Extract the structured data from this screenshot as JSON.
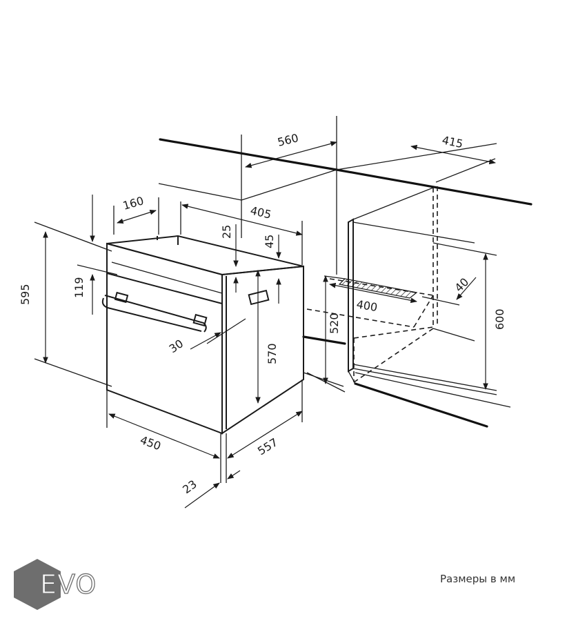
{
  "brand": {
    "logo_text": "EVO",
    "logo_color": "#6e6e6e"
  },
  "caption": "Размеры в мм",
  "dimensions": {
    "cabinet_width": "560",
    "cabinet_depth": "415",
    "top_offset": "160",
    "top_depth": "405",
    "gap_top": "25",
    "gap_right": "45",
    "oven_height": "595",
    "panel_height": "119",
    "handle_depth": "30",
    "body_height": "570",
    "niche_height": "520",
    "ventilation_width": "400",
    "ventilation_depth": "40",
    "niche_total_height": "600",
    "oven_width": "450",
    "oven_depth": "557",
    "door_thickness": "23"
  }
}
